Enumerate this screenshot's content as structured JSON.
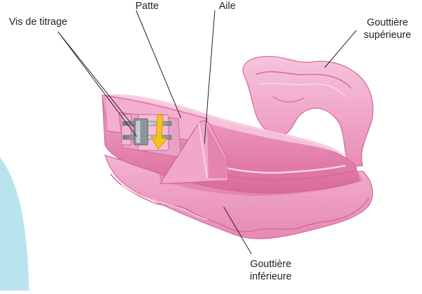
{
  "labels": {
    "vis_de_titrage": "Vis de titrage",
    "patte": "Patte",
    "aile": "Aile",
    "gouttiere_superieure_line1": "Gouttière",
    "gouttiere_superieure_line2": "supérieure",
    "gouttiere_inferieure_line1": "Gouttière",
    "gouttiere_inferieure_line2": "inférieure"
  },
  "colors": {
    "tray_light": "#f5b6d2",
    "tray_mid": "#ec93bb",
    "tray_dark": "#d96c9e",
    "tray_shadow": "#c5578a",
    "background_arc": "#b9e4ee",
    "leader_line": "#231f20",
    "screw_metal": "#9a9fa5",
    "arrow_yellow": "#f6c21c"
  }
}
